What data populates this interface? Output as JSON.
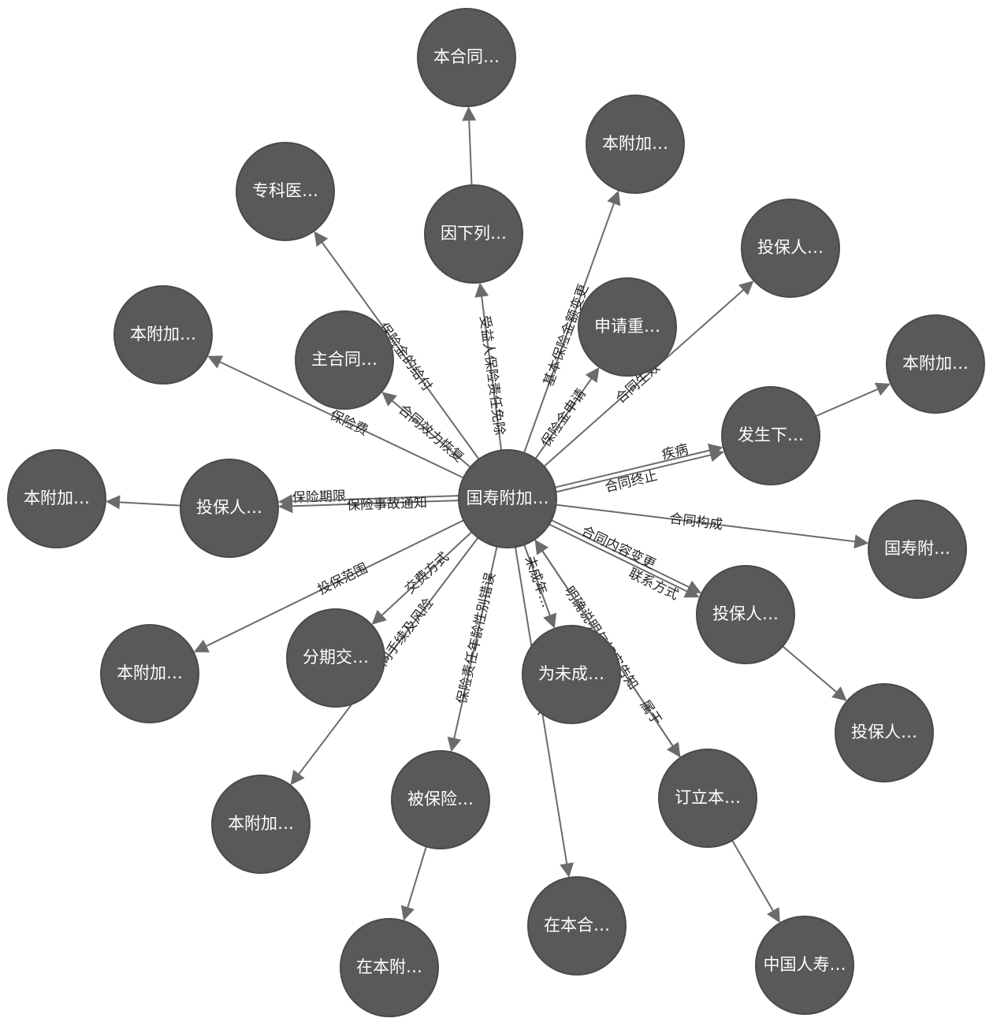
{
  "colors": {
    "node_fill": "#595959",
    "edge": "#6b6b6b",
    "edge_label": "#222222",
    "node_label": "#ffffff"
  },
  "graph": {
    "nodes": [
      {
        "id": "center",
        "label": "国寿附加…"
      },
      {
        "id": "n1",
        "label": "本合同…"
      },
      {
        "id": "n2",
        "label": "本附加…"
      },
      {
        "id": "n3",
        "label": "专科医…"
      },
      {
        "id": "n4",
        "label": "因下列…"
      },
      {
        "id": "n5",
        "label": "投保人…"
      },
      {
        "id": "n6",
        "label": "本附加…"
      },
      {
        "id": "n7",
        "label": "主合同…"
      },
      {
        "id": "n8",
        "label": "申请重…"
      },
      {
        "id": "n9",
        "label": "本附加…"
      },
      {
        "id": "n10",
        "label": "发生下…"
      },
      {
        "id": "n11",
        "label": "本附加…"
      },
      {
        "id": "n12",
        "label": "投保人…"
      },
      {
        "id": "n13",
        "label": "国寿附…"
      },
      {
        "id": "n14",
        "label": "投保人…"
      },
      {
        "id": "n15",
        "label": "分期交…"
      },
      {
        "id": "n16",
        "label": "为未成…"
      },
      {
        "id": "n17",
        "label": "本附加…"
      },
      {
        "id": "n18",
        "label": "投保人…"
      },
      {
        "id": "n19",
        "label": "本附加…"
      },
      {
        "id": "n20",
        "label": "被保险…"
      },
      {
        "id": "n21",
        "label": "订立本…"
      },
      {
        "id": "n22",
        "label": "在本合…"
      },
      {
        "id": "n23",
        "label": "在本附…"
      },
      {
        "id": "n24",
        "label": "中国人寿…"
      }
    ],
    "edges": [
      {
        "from": "center",
        "to": "n4",
        "label": "受益人保险责任免除"
      },
      {
        "from": "n4",
        "to": "n1",
        "label": ""
      },
      {
        "from": "center",
        "to": "n2",
        "label": "基本保险金额变更"
      },
      {
        "from": "center",
        "to": "n3",
        "label": "保险金的给付"
      },
      {
        "from": "center",
        "to": "n7",
        "label": "合同效力恢复"
      },
      {
        "from": "center",
        "to": "n6",
        "label": "保险费"
      },
      {
        "from": "center",
        "to": "n8",
        "label": "保险金申请"
      },
      {
        "from": "center",
        "to": "n5",
        "label": "合同生效"
      },
      {
        "from": "center",
        "to": "n10",
        "label": "疾病"
      },
      {
        "from": "n10",
        "to": "n9",
        "label": ""
      },
      {
        "from": "center",
        "to": "n10",
        "label": "合同终止"
      },
      {
        "from": "center",
        "to": "n12",
        "label": "保险期限"
      },
      {
        "from": "center",
        "to": "n12",
        "label": "保险事故通知"
      },
      {
        "from": "n12",
        "to": "n11",
        "label": ""
      },
      {
        "from": "center",
        "to": "n13",
        "label": "合同构成"
      },
      {
        "from": "center",
        "to": "n14",
        "label": "合同内容变更"
      },
      {
        "from": "center",
        "to": "n14",
        "label": "联系方式"
      },
      {
        "from": "n14",
        "to": "n18",
        "label": ""
      },
      {
        "from": "center",
        "to": "n17",
        "label": "投保范围"
      },
      {
        "from": "center",
        "to": "n15",
        "label": "交费方式"
      },
      {
        "from": "center",
        "to": "n19",
        "label": "解除合同手续及风险"
      },
      {
        "from": "center",
        "to": "n20",
        "label": "保险责任年龄性别错误"
      },
      {
        "from": "n20",
        "to": "n23",
        "label": ""
      },
      {
        "from": "center",
        "to": "n16",
        "label": "未成年…"
      },
      {
        "from": "center",
        "to": "n22",
        "label": "…条款"
      },
      {
        "from": "n21",
        "to": "center",
        "label": "明确说明与如实告知"
      },
      {
        "from": "center",
        "to": "n21",
        "label": "属于"
      },
      {
        "from": "n21",
        "to": "n24",
        "label": ""
      }
    ]
  }
}
